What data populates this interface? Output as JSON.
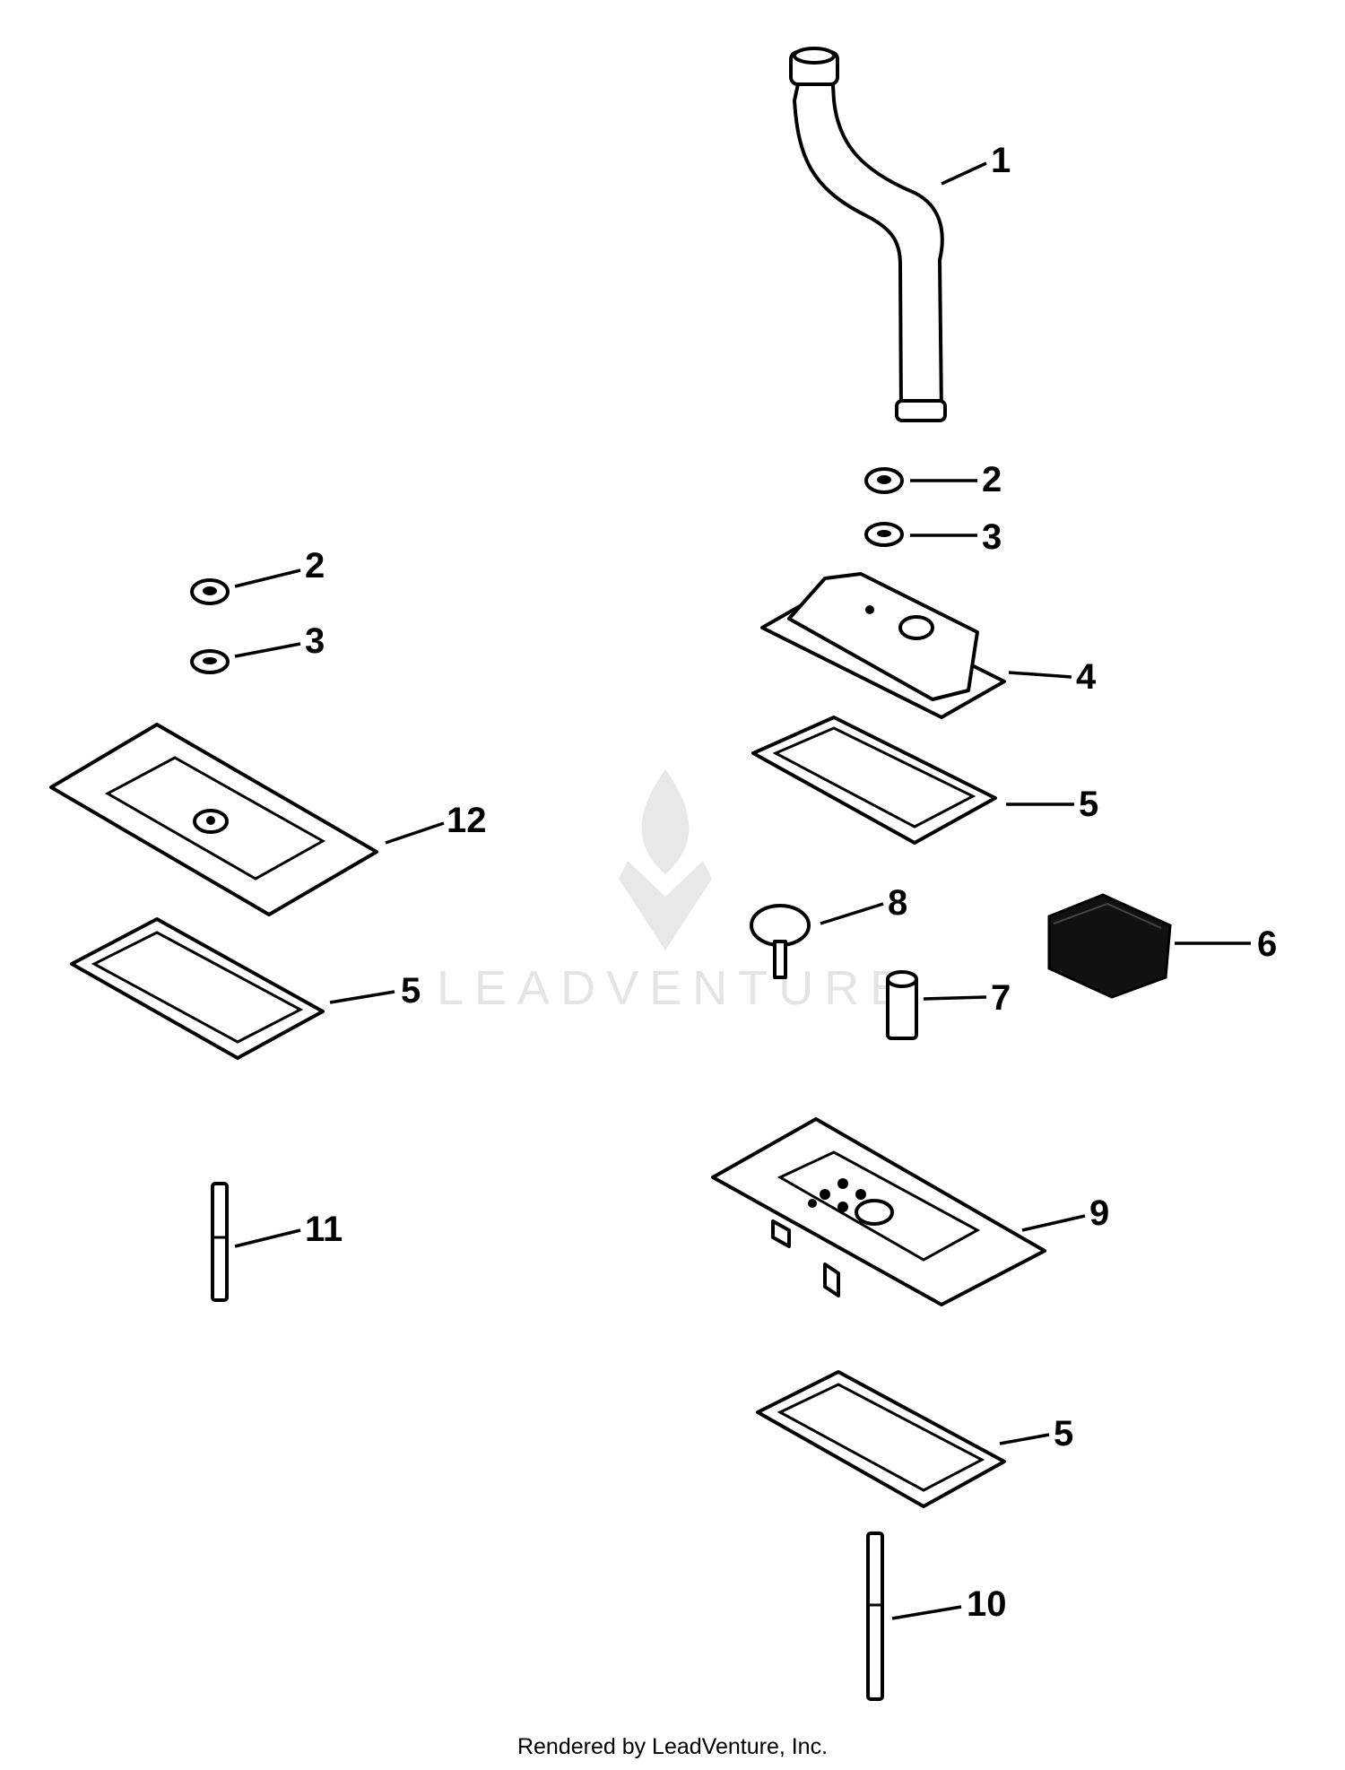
{
  "diagram": {
    "callouts": [
      {
        "id": "c1",
        "label": "1"
      },
      {
        "id": "c2a",
        "label": "2"
      },
      {
        "id": "c3a",
        "label": "3"
      },
      {
        "id": "c4",
        "label": "4"
      },
      {
        "id": "c5a",
        "label": "5"
      },
      {
        "id": "c6",
        "label": "6"
      },
      {
        "id": "c7",
        "label": "7"
      },
      {
        "id": "c8",
        "label": "8"
      },
      {
        "id": "c9",
        "label": "9"
      },
      {
        "id": "c5b",
        "label": "5"
      },
      {
        "id": "c10",
        "label": "10"
      },
      {
        "id": "c2b",
        "label": "2"
      },
      {
        "id": "c3b",
        "label": "3"
      },
      {
        "id": "c12",
        "label": "12"
      },
      {
        "id": "c5c",
        "label": "5"
      },
      {
        "id": "c11",
        "label": "11"
      }
    ],
    "watermark": {
      "text": "LEADVENTURE",
      "logo": "leadventure-flame-logo"
    },
    "footer": {
      "text": "Rendered by LeadVenture, Inc."
    }
  }
}
